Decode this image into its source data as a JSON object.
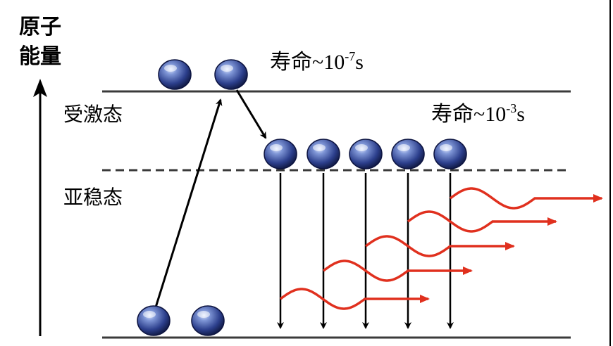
{
  "axis": {
    "label_line1": "原子",
    "label_line2": "能量"
  },
  "levels": {
    "excited": {
      "name": "受激态",
      "lifetime_prefix": "寿命~10",
      "lifetime_exp": "-7",
      "lifetime_unit": "s"
    },
    "metastable": {
      "name": "亚稳态",
      "lifetime_prefix": "寿命~10",
      "lifetime_exp": "-3",
      "lifetime_unit": "s"
    }
  },
  "particles": {
    "excited_count": 2,
    "metastable_count": 5,
    "ground_count": 2
  },
  "colors": {
    "level_line": "#3a3a3a",
    "arrow": "#000000",
    "photon": "#e0301e",
    "particle_dark": "#1f2f6e",
    "particle_light": "#9fb4e6",
    "border": "#000000"
  }
}
